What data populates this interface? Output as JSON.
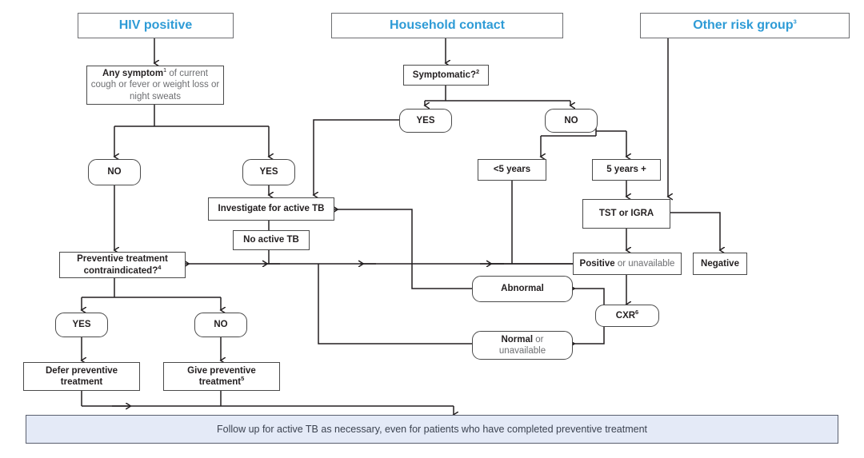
{
  "diagram": {
    "title_color": "#2e9bd6",
    "banner_color": "#e4eaf7",
    "line_color": "#231f20"
  },
  "headers": {
    "hiv": "HIV positive",
    "household": "Household contact",
    "other_risk": "Other risk group",
    "other_risk_sup": "3"
  },
  "nodes": {
    "any_symptom_bold": "Any symptom",
    "any_symptom_sup": "1",
    "any_symptom_rest": " of current cough or fever or weight loss or night sweats",
    "hiv_no": "NO",
    "hiv_yes": "YES",
    "symptomatic": "Symptomatic?",
    "symptomatic_sup": "2",
    "hh_yes": "YES",
    "hh_no": "NO",
    "under5": "<5 years",
    "over5": "5 years +",
    "tst_igra": "TST or IGRA",
    "positive_bold": "Positive",
    "positive_rest": " or unavailable",
    "negative": "Negative",
    "investigate": "Investigate for active TB",
    "no_active_tb": "No active TB",
    "contraindicated": "Preventive treatment contraindicated?",
    "contraindicated_sup": "4",
    "pt_yes": "YES",
    "pt_no": "NO",
    "defer": "Defer preventive treatment",
    "give": "Give preventive treatment",
    "give_sup": "5",
    "abnormal": "Abnormal",
    "cxr": "CXR",
    "cxr_sup": "6",
    "normal_bold": "Normal",
    "normal_rest": " or",
    "normal_line2": "unavailable"
  },
  "banner": {
    "text": "Follow up for active TB as necessary, even for patients who have completed preventive treatment"
  }
}
